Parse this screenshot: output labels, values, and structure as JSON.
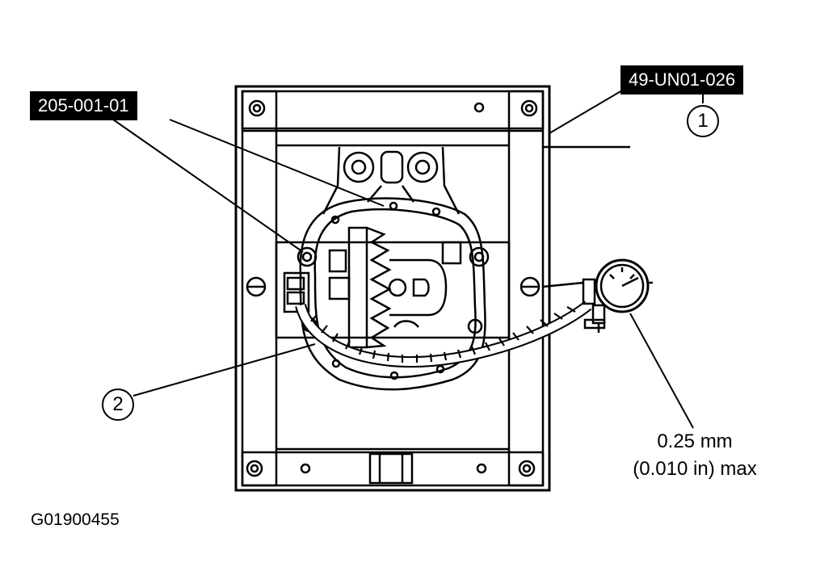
{
  "callouts": {
    "tool_1": "49-UN01-026",
    "tool_2": "205-001-01"
  },
  "markers": {
    "one": "1",
    "two": "2"
  },
  "spec": {
    "line1": "0.25 mm",
    "line2": "(0.010 in) max"
  },
  "figure_id": "G01900455",
  "colors": {
    "ink": "#000000",
    "paper": "#ffffff"
  }
}
